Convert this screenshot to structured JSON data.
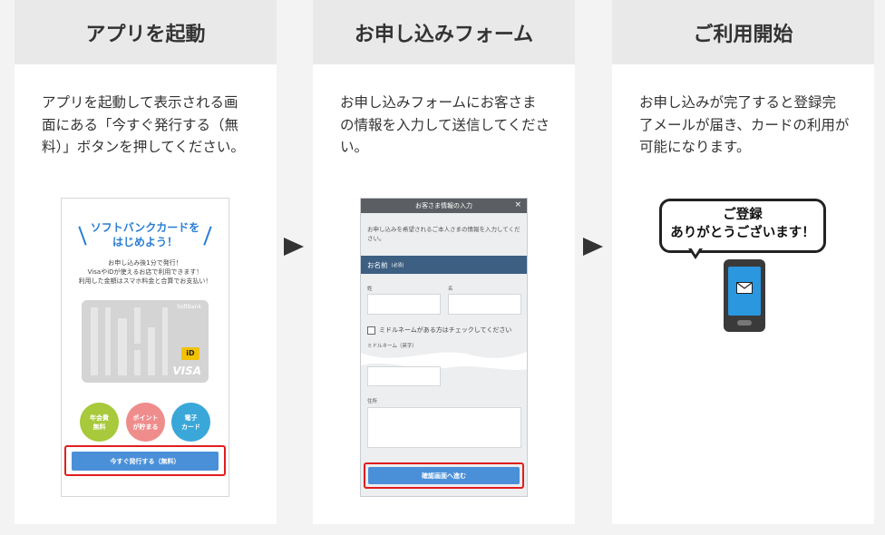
{
  "steps": [
    {
      "title": "アプリを起動",
      "description": "アプリを起動して表示される画面にある「今すぐ発行する（無料）」ボタンを押してください。"
    },
    {
      "title": "お申し込みフォーム",
      "description": "お申し込みフォームにお客さまの情報を入力して送信してください。"
    },
    {
      "title": "ご利用開始",
      "description": "お申し込みが完了すると登録完了メールが届き、カードの利用が可能になります。"
    }
  ],
  "app_mock": {
    "title_line1": "ソフトバンクカードを",
    "title_line2": "はじめよう！",
    "sub_line1": "お申し込み後1分で発行！",
    "sub_line2": "VisaやiDが使えるお店で利用できます！",
    "sub_line3": "利用した金額はスマホ料金と合算でお支払い！",
    "card_brand": "SoftBank",
    "card_id": "iD",
    "card_visa": "VISA",
    "badges": [
      {
        "label": "年会費\n無料",
        "color": "#a7c93b"
      },
      {
        "label": "ポイント\nが貯まる",
        "color": "#ef8c8c"
      },
      {
        "label": "電子\nカード",
        "color": "#3aa7d9"
      }
    ],
    "button_label": "今すぐ発行する（無料）"
  },
  "form_mock": {
    "header": "お客さま情報の入力",
    "close": "×",
    "note": "お申し込みを希望されるご本人さまの情報を入力してください。",
    "section": "お名前",
    "required": "(必須)",
    "last_name_label": "姓",
    "first_name_label": "名",
    "middle_name_check": "ミドルネームがある方はチェックしてください",
    "middle_name_label": "ミドルネーム（英字）",
    "address_label": "住所",
    "submit_label": "確認画面へ進む"
  },
  "complete_mock": {
    "line1": "ご登録",
    "line2": "ありがとうございます！"
  },
  "colors": {
    "accent_blue": "#4a90d9",
    "highlight_red": "#e01e1e",
    "form_bar": "#3d5f82"
  }
}
